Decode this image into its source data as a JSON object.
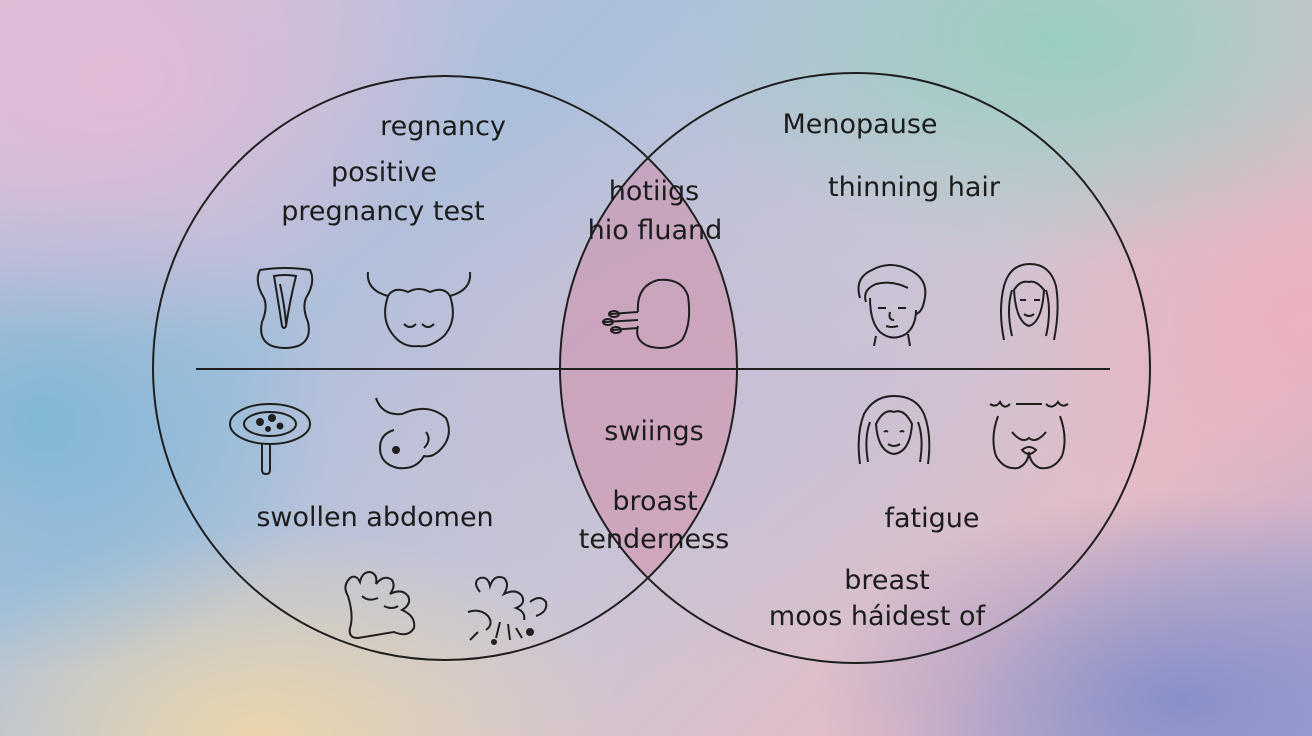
{
  "left_set": {
    "title": "regnancy",
    "items": [
      "positive",
      "pregnancy test",
      "swollen abdomen"
    ]
  },
  "right_set": {
    "title": "Menopause",
    "items": [
      "thinning hair",
      "fatigue",
      "breast",
      "moos háidest of"
    ]
  },
  "overlap": {
    "items": [
      "hotiigs",
      "hio fluand",
      "swiings",
      "broast",
      "tenderness"
    ]
  },
  "icons": [
    "uterus-icon",
    "cow-face-icon",
    "ovary-icon",
    "fetus-icon",
    "hand-gesture-icon",
    "hands-icon",
    "splash-hands-icon",
    "man-head-icon",
    "woman-face-icon",
    "woman-hair-icon",
    "breasts-icon"
  ]
}
